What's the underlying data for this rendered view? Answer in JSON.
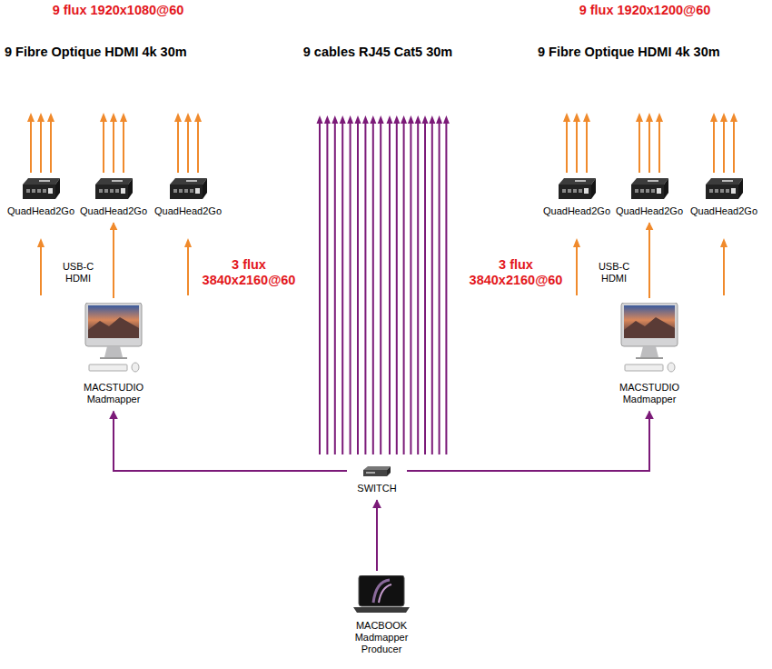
{
  "diagram": {
    "nodes": [
      {
        "text": [
          "QuadHead2Go"
        ]
      },
      {
        "text": [
          "QuadHead2Go"
        ]
      },
      {
        "text": [
          "QuadHead2Go"
        ]
      },
      {
        "text": [
          "QuadHead2Go"
        ]
      },
      {
        "text": [
          "QuadHead2Go"
        ]
      },
      {
        "text": [
          "QuadHead2Go"
        ]
      },
      {
        "text": [
          "MACSTUDIO Madmapper"
        ]
      },
      {
        "text": [
          "MACSTUDIO Madmapper"
        ]
      },
      {
        "text": [
          "SWITCH"
        ]
      },
      {
        "text": [
          "MACBOOK Madmapper Producer"
        ]
      }
    ],
    "edges": [
      {
        "from": 6,
        "to": 1,
        "arrow": "to"
      },
      {
        "from": 7,
        "to": 4,
        "arrow": "to"
      },
      {
        "from": 8,
        "to": 6,
        "arrow": "to"
      },
      {
        "from": 8,
        "to": 7,
        "arrow": "to"
      },
      {
        "from": 9,
        "to": 8,
        "arrow": "to"
      }
    ],
    "labels": [
      "9 flux 1920x1080@60",
      "9 flux 1920x1200@60",
      "9 Fibre Optique HDMI 4k 30m",
      "9 cables RJ45 Cat5 30m",
      "9 Fibre Optique HDMI 4k 30m",
      "USB-C HDMI",
      "3 flux 3840x2160@60",
      "3 flux 3840x2160@60",
      "USB-C HDMI"
    ]
  }
}
